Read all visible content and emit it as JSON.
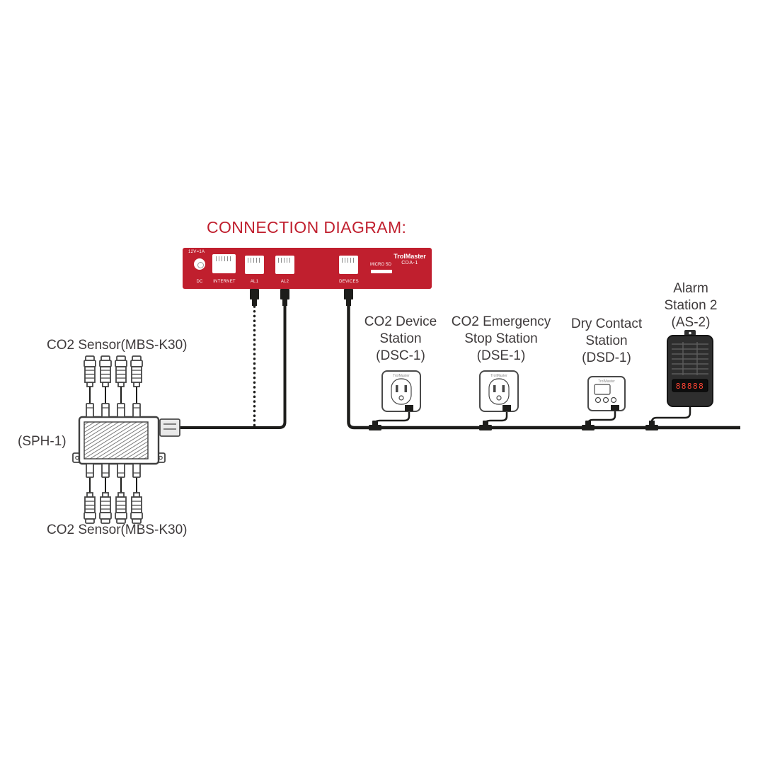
{
  "title": "CONNECTION DIAGRAM:",
  "brand": "TrolMaster",
  "colors": {
    "red": "#c01f2e",
    "text": "#3e3a3b",
    "ink": "#1d1d1b"
  },
  "controller": {
    "model": "CDA-1",
    "power_label": "12V=1A",
    "ports": {
      "dc": "DC",
      "internet": "INTERNET",
      "al1": "AL1",
      "al2": "AL2",
      "devices": "DEVICES",
      "microsd": "MICRO SD"
    }
  },
  "sensor_group_top": {
    "label": "CO2 Sensor(MBS-K30)"
  },
  "sensor_group_bottom": {
    "label": "CO2 Sensor(MBS-K30)"
  },
  "splitter": {
    "label": "(SPH-1)"
  },
  "stations": {
    "dsc1": {
      "line1": "CO2 Device",
      "line2": "Station",
      "line3": "(DSC-1)"
    },
    "dse1": {
      "line1": "CO2 Emergency",
      "line2": "Stop Station",
      "line3": "(DSE-1)"
    },
    "dsd1": {
      "line1": "Dry Contact",
      "line2": "Station",
      "line3": "(DSD-1)"
    },
    "as2": {
      "line1": "Alarm",
      "line2": "Station 2",
      "line3": "(AS-2)"
    }
  },
  "alarm_display": "88888"
}
